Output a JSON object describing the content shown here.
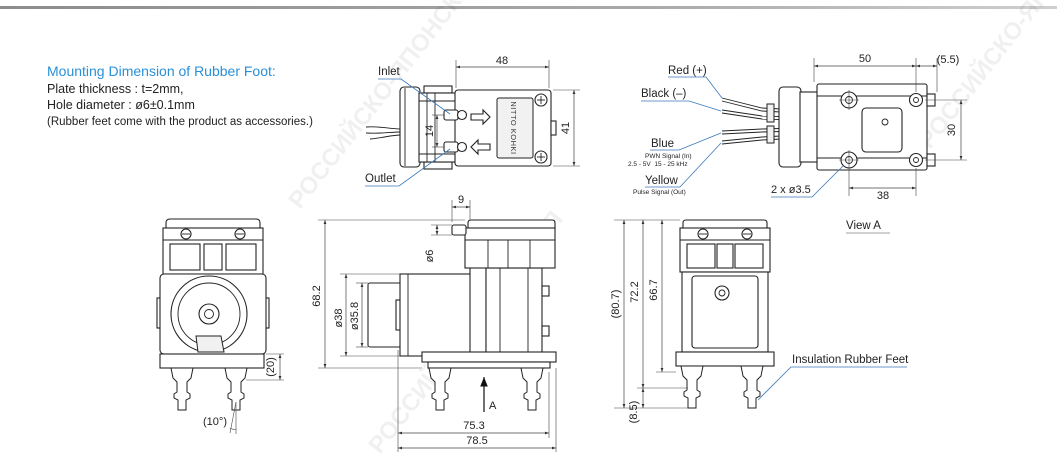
{
  "watermark": "РОССИЙСКО-ЯПОНСКАЯ",
  "colors": {
    "accent": "#2a90d8",
    "outline": "#222222",
    "leader": "#3b78b8"
  },
  "mounting": {
    "title": "Mounting Dimension of Rubber Foot:",
    "plate": "Plate thickness : t=2mm,",
    "hole": "Hole diameter : ø6±0.1mm",
    "note": "(Rubber feet come with the product as accessories.)"
  },
  "top_view": {
    "inlet": "Inlet",
    "outlet": "Outlet",
    "dim_width": "48",
    "dim_ports": "14",
    "dim_depth": "41",
    "label": "NITTO KOHKI"
  },
  "wiring_view": {
    "red": "Red (+)",
    "black": "Black (–)",
    "blue": "Blue",
    "pwm_signal": "PWN Signal (In)",
    "pwm_spec": "2.5 - 5V  15 - 25 kHz",
    "yellow": "Yellow",
    "pulse": "Pulse Signal (Out)",
    "dim_50": "50",
    "dim_5_5": "(5.5)",
    "dim_30": "30",
    "holes": "2 x ø3.5",
    "dim_38": "38"
  },
  "front_view": {
    "dim_20": "(20)",
    "angle": "(10°)"
  },
  "side_view": {
    "dim_9": "9",
    "port_dia": "ø6",
    "height": "68.2",
    "dia_38": "ø38",
    "dia_35_8": "ø35.8",
    "arrow": "A",
    "len_75_3": "75.3",
    "len_78_5": "78.5"
  },
  "view_a": {
    "title": "View A",
    "dim_80_7": "(80.7)",
    "dim_72_2": "72.2",
    "dim_66_7": "66.7",
    "dim_8_5": "(8.5)",
    "feet_label": "Insulation Rubber Feet"
  }
}
